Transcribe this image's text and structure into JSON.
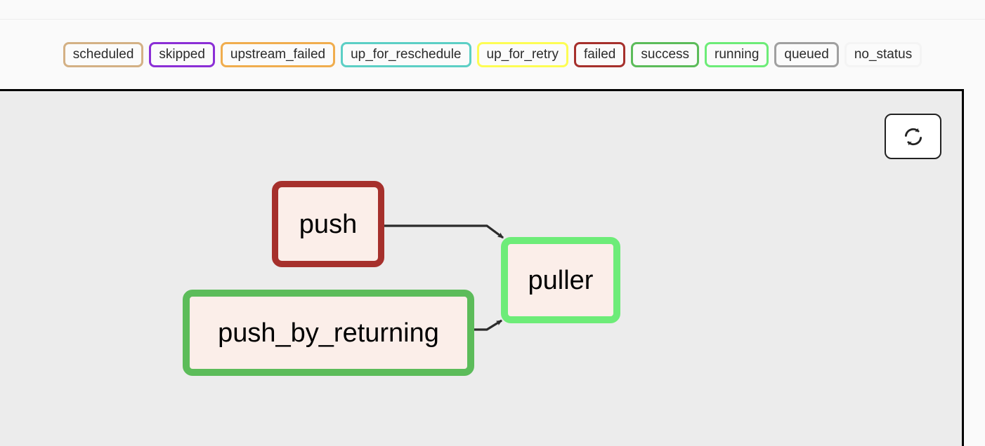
{
  "legend": {
    "name": "task-status-legend",
    "items": [
      {
        "label": "scheduled",
        "color": "#d4b185"
      },
      {
        "label": "skipped",
        "color": "#8b2fd6"
      },
      {
        "label": "upstream_failed",
        "color": "#f0ad4e"
      },
      {
        "label": "up_for_reschedule",
        "color": "#5ccfc5"
      },
      {
        "label": "up_for_retry",
        "color": "#fdfd54"
      },
      {
        "label": "failed",
        "color": "#a6302c"
      },
      {
        "label": "success",
        "color": "#5cbc5a"
      },
      {
        "label": "running",
        "color": "#6dec78"
      },
      {
        "label": "queued",
        "color": "#a0a0a0"
      },
      {
        "label": "no_status",
        "color": "#f4f4f4"
      }
    ]
  },
  "toolbar": {
    "refresh_label": "refresh-icon",
    "refresh_title": "Refresh"
  },
  "graph": {
    "background_color": "#ececec",
    "border_color": "#000000",
    "node_fill": "#fbeee9",
    "nodes": [
      {
        "id": "push",
        "label": "push",
        "status": "failed",
        "border_color": "#a6302c"
      },
      {
        "id": "puller",
        "label": "puller",
        "status": "running",
        "border_color": "#6dec78"
      },
      {
        "id": "push_by_returning",
        "label": "push_by_returning",
        "status": "success",
        "border_color": "#5cbc5a"
      }
    ],
    "edges": [
      {
        "from": "push",
        "to": "puller"
      },
      {
        "from": "push_by_returning",
        "to": "puller"
      }
    ]
  }
}
